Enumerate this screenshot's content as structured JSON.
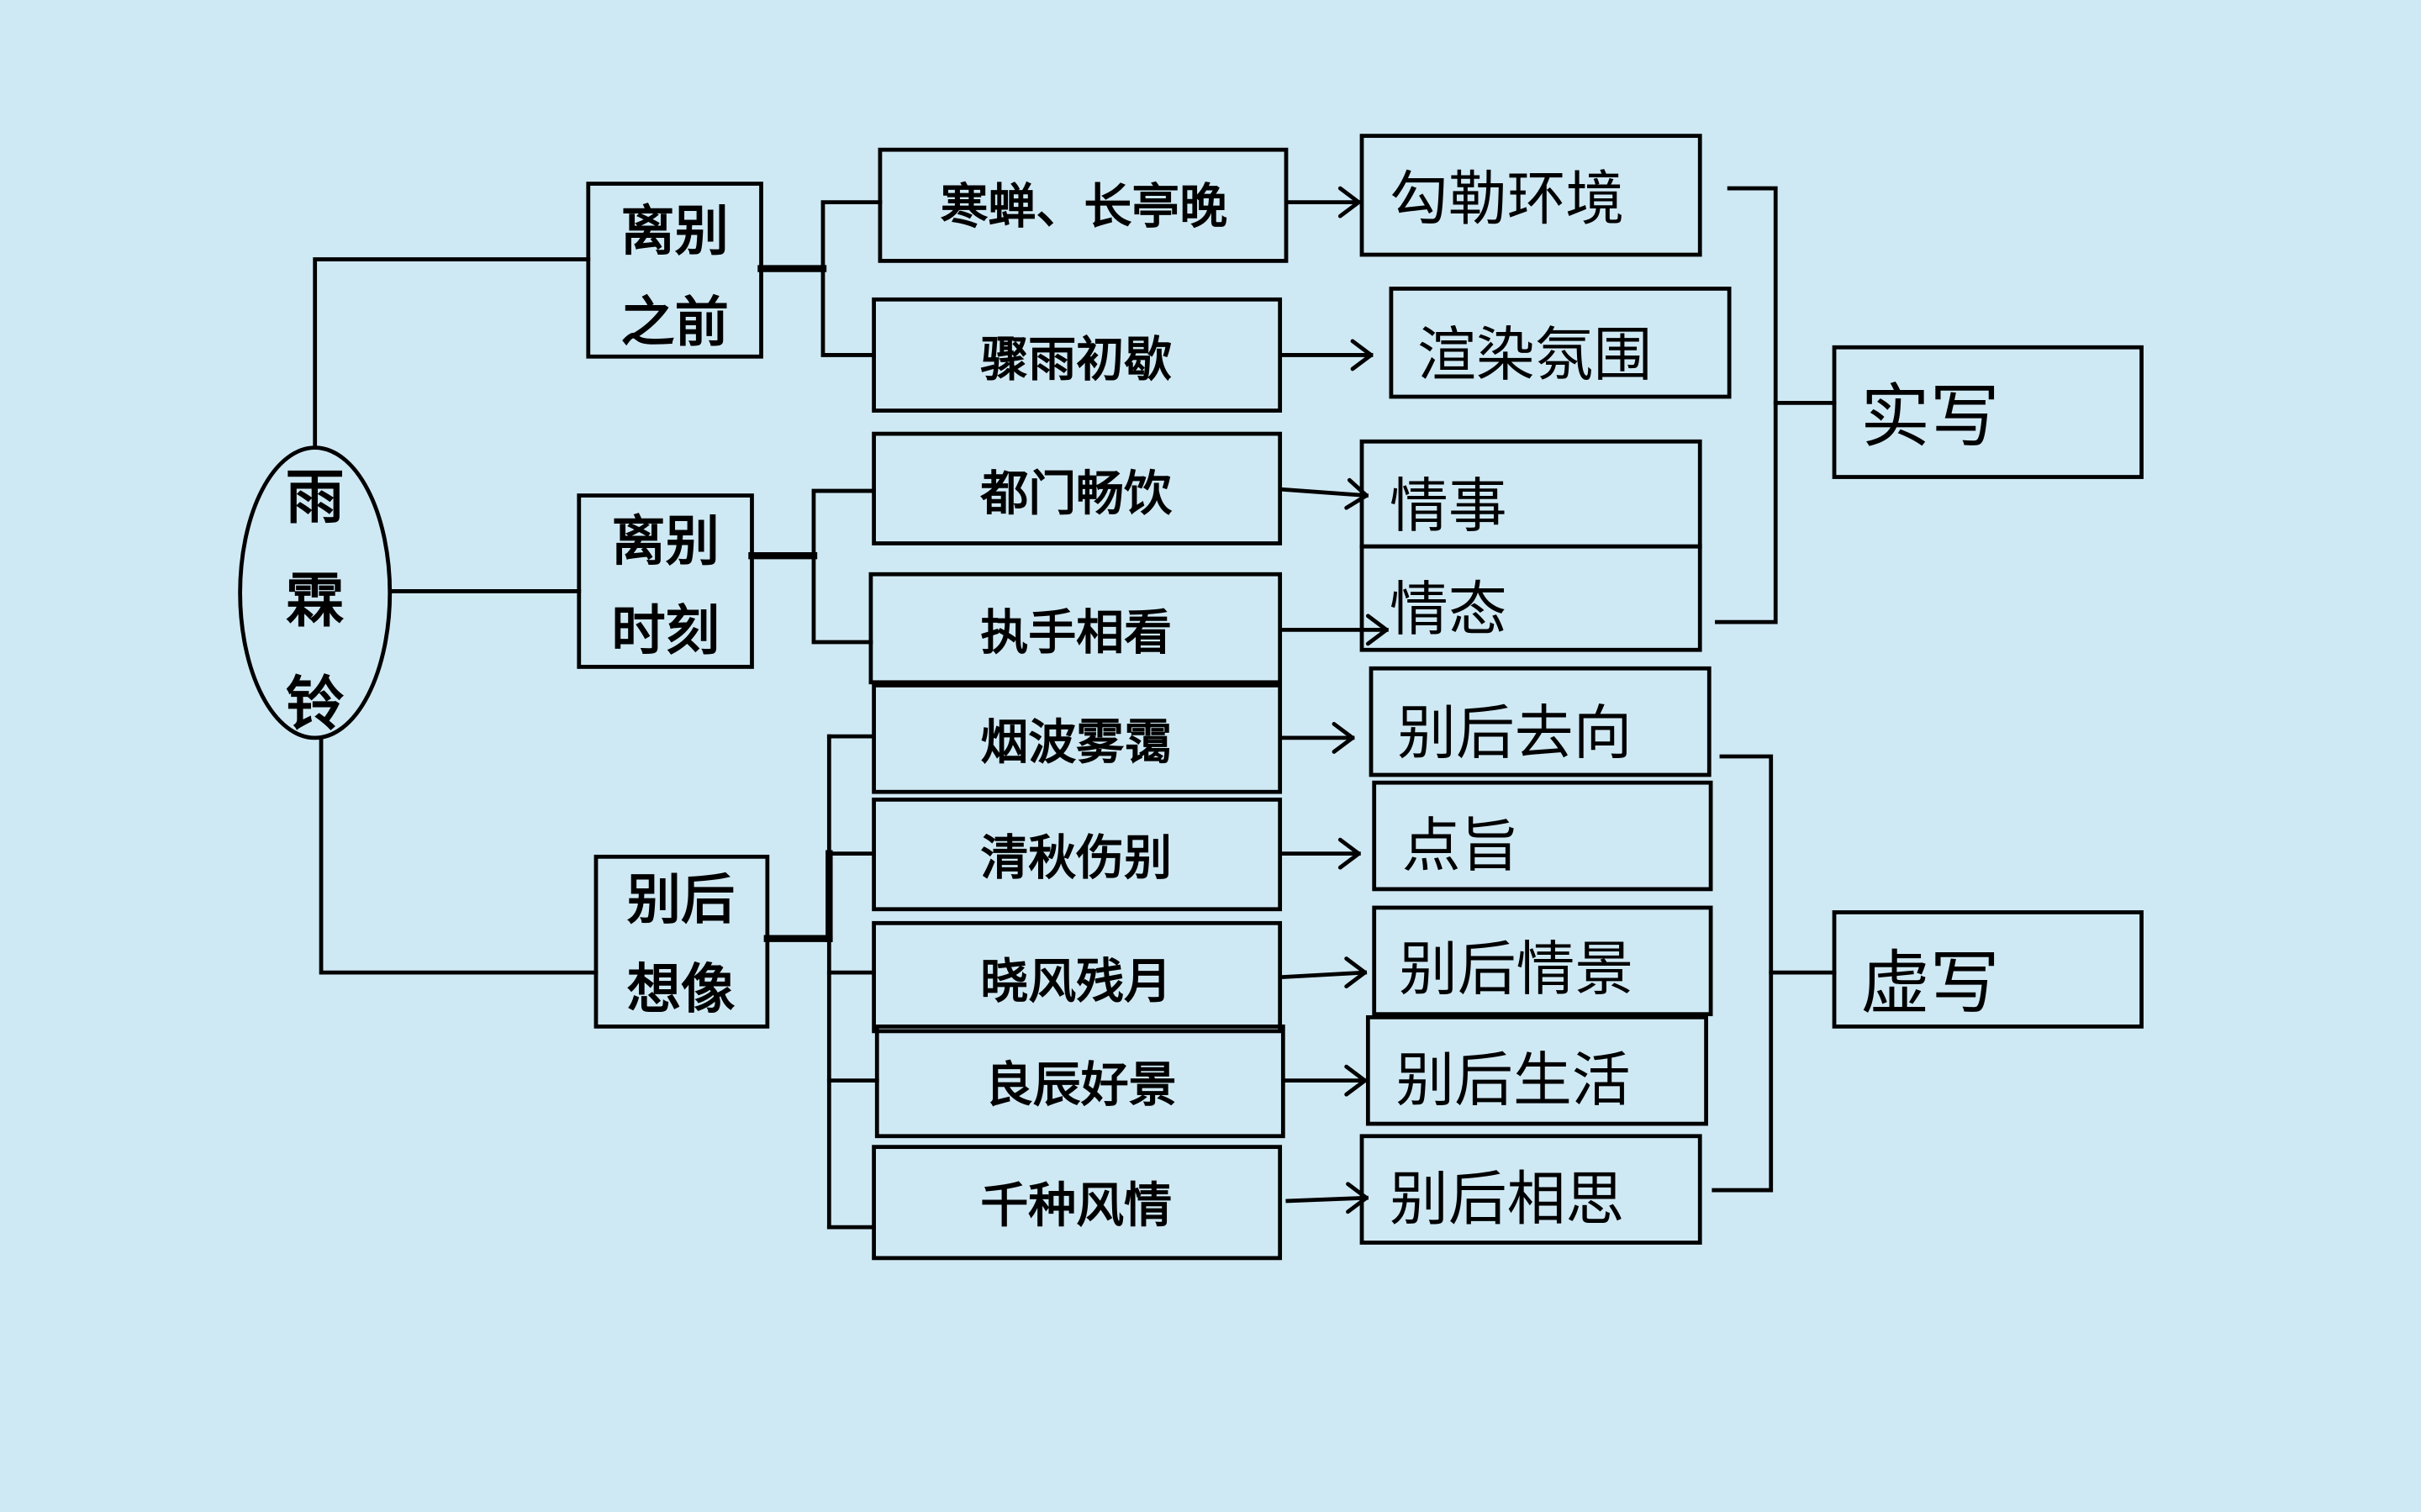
{
  "title": {
    "chars": [
      "雨",
      "霖",
      "铃"
    ]
  },
  "sections": [
    {
      "label_lines": [
        "离别",
        "之前"
      ],
      "items": [
        {
          "scene": "寒蝉、长亭晚",
          "function": "勾勒环境"
        },
        {
          "scene": "骤雨初歇",
          "function": "渲染氛围"
        }
      ]
    },
    {
      "label_lines": [
        "离别",
        "时刻"
      ],
      "items": [
        {
          "scene": "都门畅饮",
          "function": "情事"
        },
        {
          "scene": "执手相看",
          "function": "情态"
        }
      ]
    },
    {
      "label_lines": [
        "别后",
        "想像"
      ],
      "items": [
        {
          "scene": "烟波雾霭",
          "function": "别后去向"
        },
        {
          "scene": "清秋伤别",
          "function": "点旨"
        },
        {
          "scene": "晓风残月",
          "function": "别后情景"
        },
        {
          "scene": "良辰好景",
          "function": "别后生活"
        },
        {
          "scene": "千种风情",
          "function": "别后相思"
        }
      ]
    }
  ],
  "categories": {
    "real": "实写",
    "imagined": "虚写"
  },
  "colors": {
    "background": "#cfe9f4",
    "line": "#000000"
  }
}
